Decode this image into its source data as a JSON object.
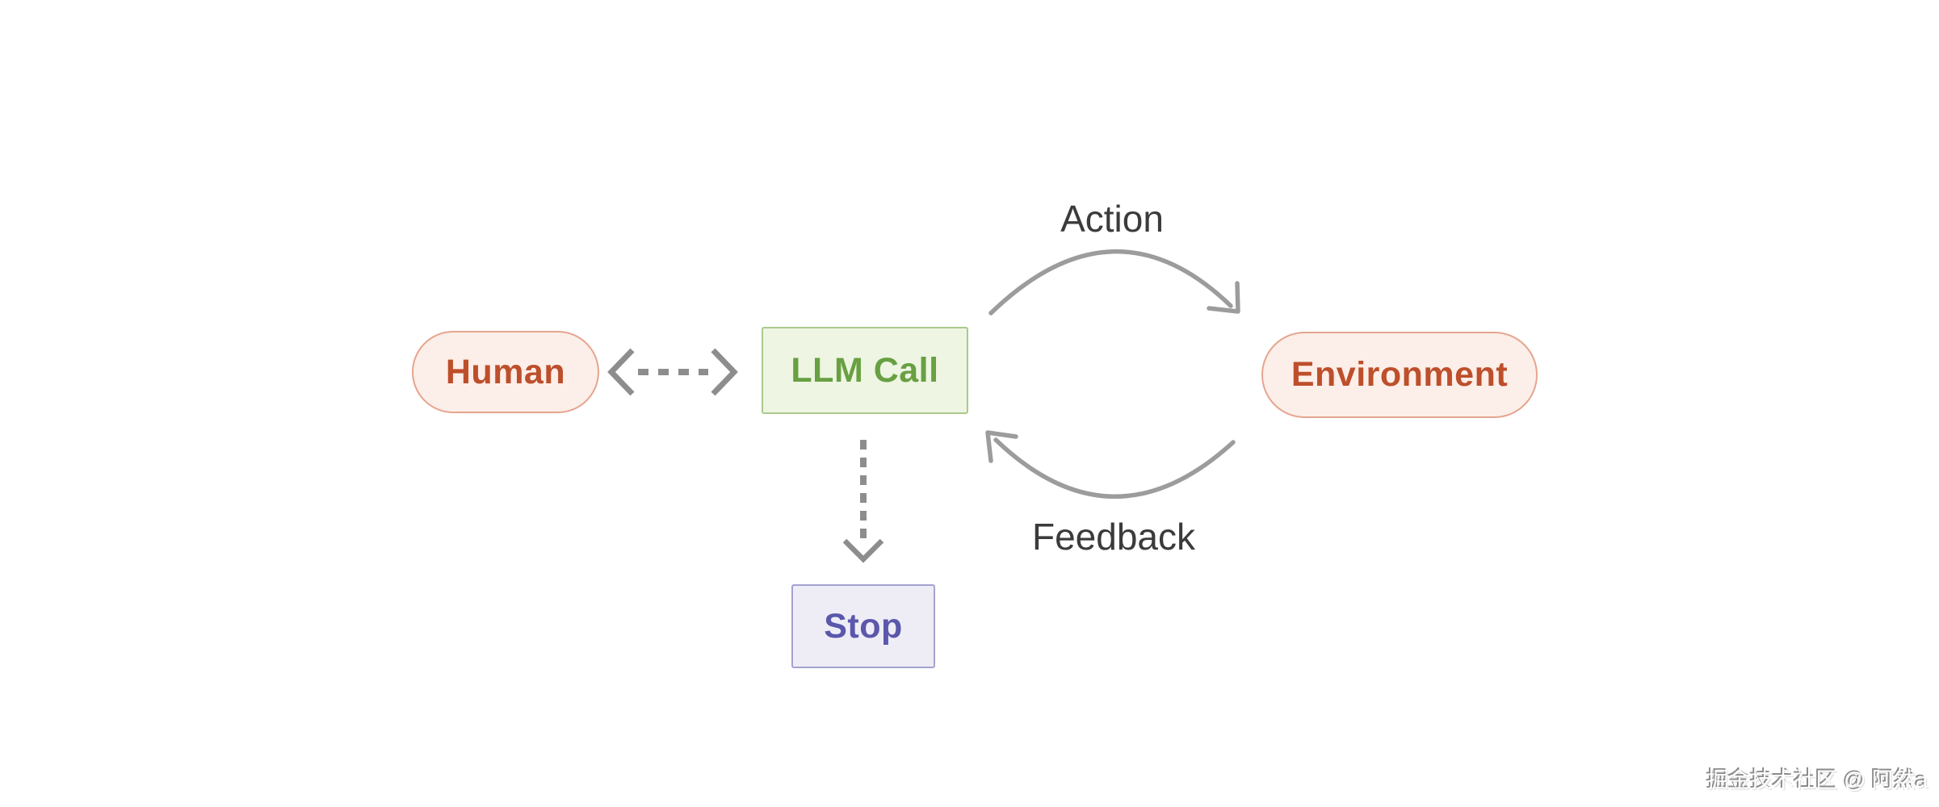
{
  "diagram": {
    "nodes": {
      "human": {
        "label": "Human",
        "shape": "pill",
        "theme": "red"
      },
      "llm_call": {
        "label": "LLM Call",
        "shape": "rect",
        "theme": "green"
      },
      "environment": {
        "label": "Environment",
        "shape": "pill",
        "theme": "red"
      },
      "stop": {
        "label": "Stop",
        "shape": "rect",
        "theme": "purple"
      }
    },
    "edges": {
      "action": {
        "label": "Action",
        "from": "llm_call",
        "to": "environment",
        "style": "solid-curved-arrow"
      },
      "feedback": {
        "label": "Feedback",
        "from": "environment",
        "to": "llm_call",
        "style": "solid-curved-arrow"
      },
      "human_llm": {
        "from": "human",
        "to": "llm_call",
        "style": "dashed-double-arrow"
      },
      "llm_stop": {
        "from": "llm_call",
        "to": "stop",
        "style": "dashed-arrow"
      }
    },
    "watermark": "掘金技术社区 @ 阿然a"
  },
  "colors": {
    "node_red_bg": "#fceee8",
    "node_red_border": "#e5a58f",
    "node_red_text": "#bd4f2b",
    "node_green_bg": "#eef5e3",
    "node_green_border": "#abc98c",
    "node_green_text": "#68a042",
    "node_purple_bg": "#eeedf6",
    "node_purple_border": "#a3a2d0",
    "node_purple_text": "#5b57ac",
    "arrow_gray": "#9c9c9c",
    "dash_gray": "#8d8d8d",
    "label_dark": "#3b3b3b"
  }
}
